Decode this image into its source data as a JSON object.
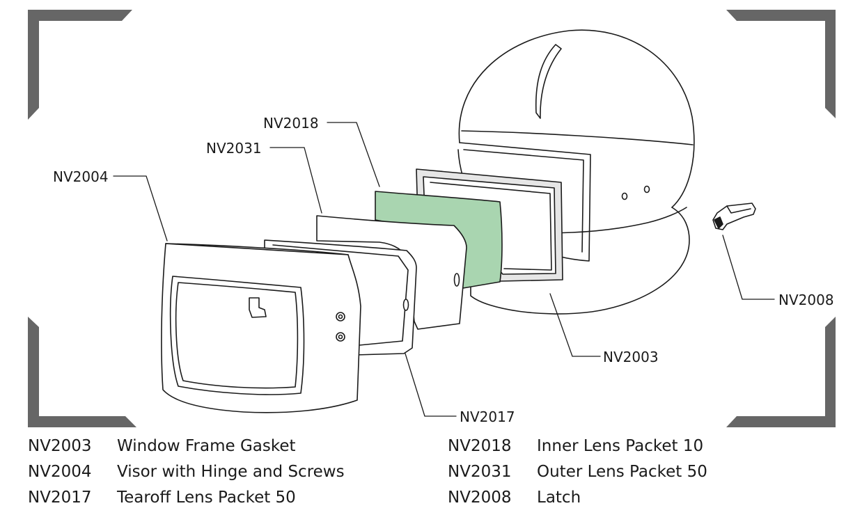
{
  "diagram": {
    "callouts": {
      "nv2018": "NV2018",
      "nv2031": "NV2031",
      "nv2004": "NV2004",
      "nv2008": "NV2008",
      "nv2003": "NV2003",
      "nv2017": "NV2017"
    },
    "colors": {
      "corner_brackets": "#666666",
      "inner_lens_fill": "#a9d5b0",
      "line": "#1a1a1a"
    }
  },
  "legend": {
    "left": [
      {
        "code": "NV2003",
        "desc": "Window Frame Gasket"
      },
      {
        "code": "NV2004",
        "desc": "Visor with Hinge and Screws"
      },
      {
        "code": "NV2017",
        "desc": "Tearoff Lens Packet 50"
      }
    ],
    "right": [
      {
        "code": "NV2018",
        "desc": "Inner Lens Packet 10"
      },
      {
        "code": "NV2031",
        "desc": "Outer Lens Packet 50"
      },
      {
        "code": "NV2008",
        "desc": "Latch"
      }
    ]
  }
}
